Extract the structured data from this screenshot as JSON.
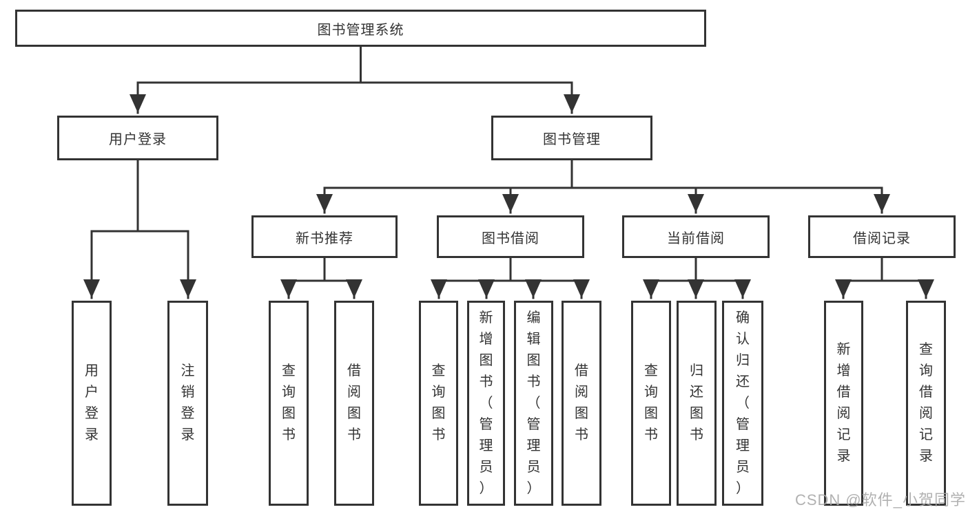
{
  "tree": {
    "label": "图书管理系统",
    "children": [
      {
        "label": "用户登录",
        "children": [
          {
            "label": "用户登录"
          },
          {
            "label": "注销登录"
          }
        ]
      },
      {
        "label": "图书管理",
        "children": [
          {
            "label": "新书推荐",
            "children": [
              {
                "label": "查询图书"
              },
              {
                "label": "借阅图书"
              }
            ]
          },
          {
            "label": "图书借阅",
            "children": [
              {
                "label": "查询图书"
              },
              {
                "label": "新增图书（管理员）"
              },
              {
                "label": "编辑图书（管理员）"
              },
              {
                "label": "借阅图书"
              }
            ]
          },
          {
            "label": "当前借阅",
            "children": [
              {
                "label": "查询图书"
              },
              {
                "label": "归还图书"
              },
              {
                "label": "确认归还（管理员）"
              }
            ]
          },
          {
            "label": "借阅记录",
            "children": [
              {
                "label": "新增借阅记录"
              },
              {
                "label": "查询借阅记录"
              }
            ]
          }
        ]
      }
    ]
  },
  "watermark": {
    "text": "CSDN @软件_小贺同学",
    "color": "#a8a8a8"
  },
  "colors": {
    "line": "#333333",
    "box_border": "#333333",
    "box_background": "#ffffff",
    "text": "#333333",
    "page_background": "#ffffff"
  }
}
